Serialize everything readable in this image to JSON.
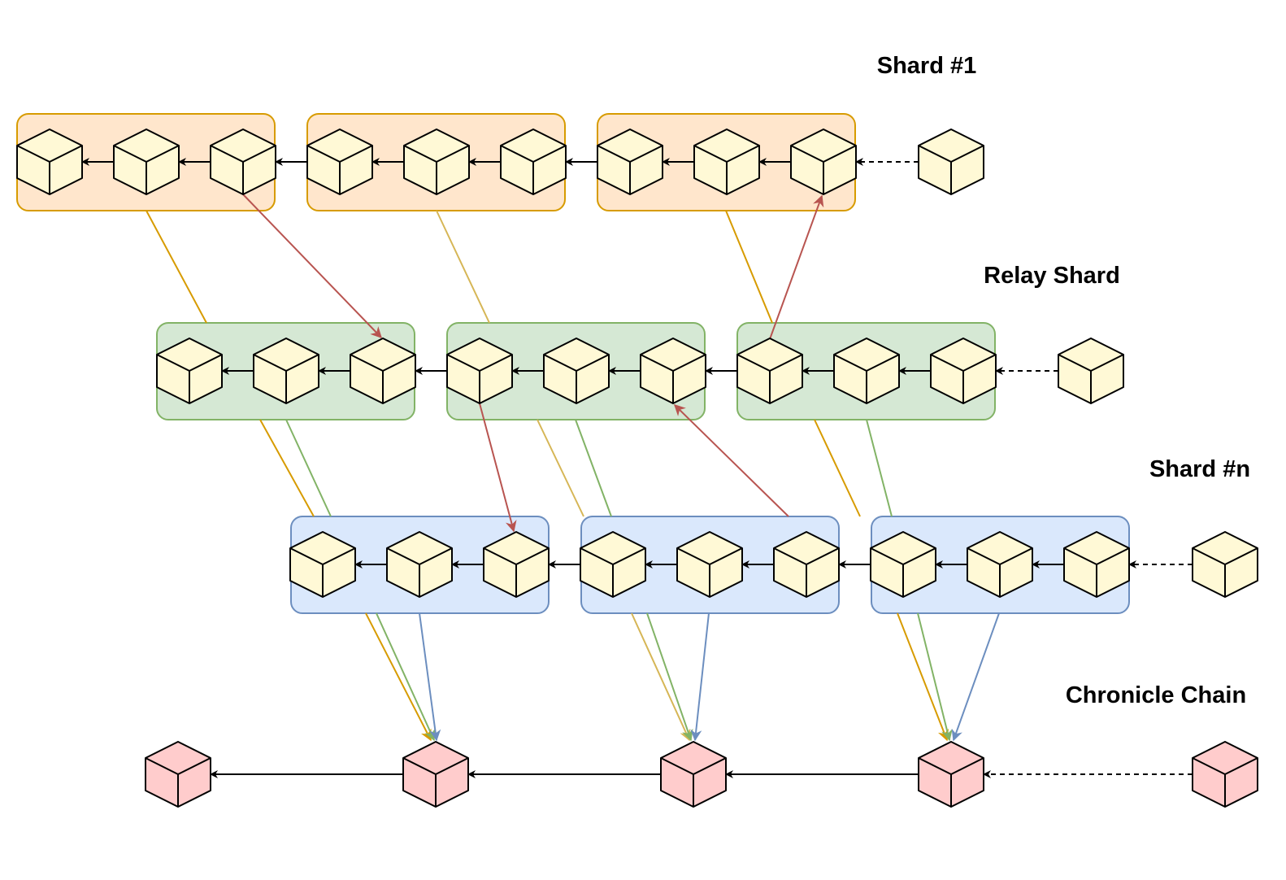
{
  "labels": {
    "shard1": "Shard #1",
    "relay": "Relay Shard",
    "shardn": "Shard #n",
    "chronicle": "Chronicle Chain"
  },
  "rows": {
    "shard1": {
      "epochs": 3,
      "blocks_per_epoch": 3,
      "pending_blocks": 1,
      "group_fill": "#ffe6cc",
      "group_stroke": "#d79b00"
    },
    "relay": {
      "epochs": 3,
      "blocks_per_epoch": 3,
      "pending_blocks": 1,
      "group_fill": "#d5e8d4",
      "group_stroke": "#82b366"
    },
    "shardn": {
      "epochs": 3,
      "blocks_per_epoch": 3,
      "pending_blocks": 1,
      "group_fill": "#dae8fc",
      "group_stroke": "#6c8ebf"
    },
    "chronicle": {
      "blocks": 4,
      "pending_blocks": 1
    }
  },
  "colors": {
    "block_fill": "#fff9d6",
    "chronicle_block_fill": "#ffcccc",
    "block_stroke": "#000000",
    "cross_link": "#b85450",
    "shard1_link": "#d79b00",
    "relay_link": "#82b366",
    "shardn_link": "#6c8ebf",
    "relay_to_shardn_link": "#d6b656",
    "chain_arrow": "#000000"
  }
}
